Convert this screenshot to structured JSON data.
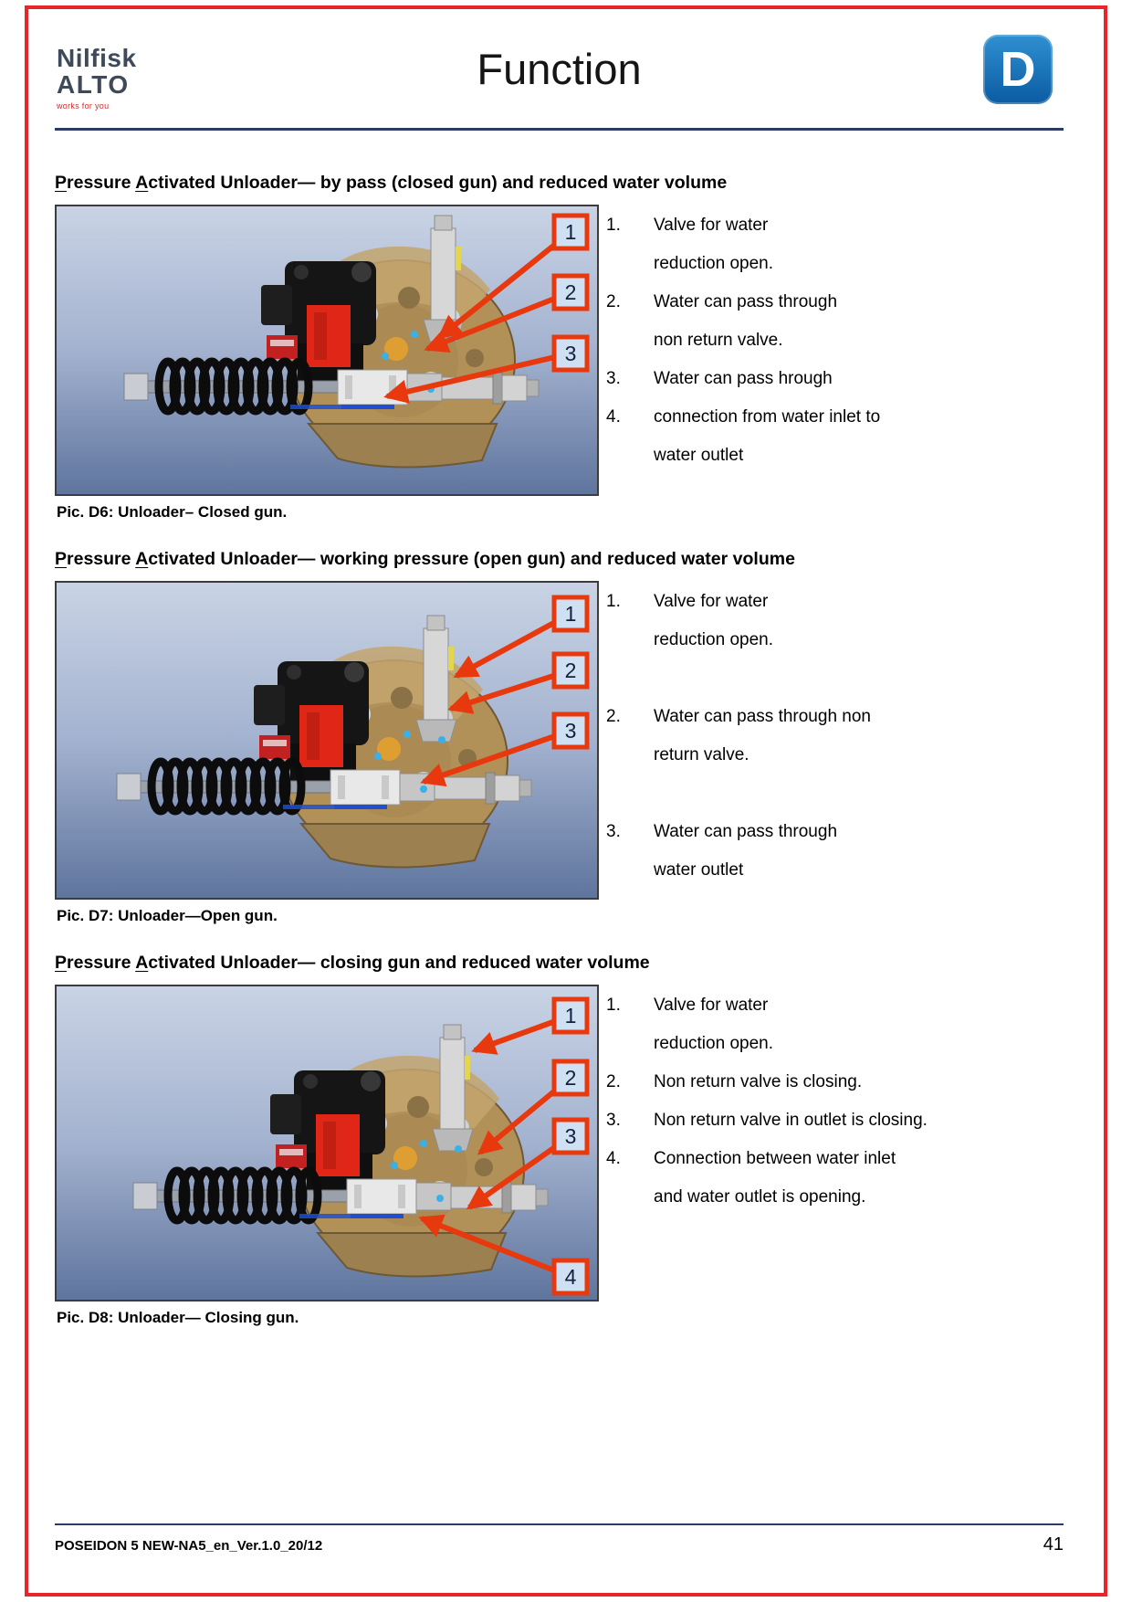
{
  "header": {
    "logo": {
      "name": "Nilfisk",
      "sub": "ALTO",
      "tagline": "works for you"
    },
    "title": "Function",
    "section_letter": "D"
  },
  "sections": [
    {
      "heading": {
        "u1": "P",
        "r1": "ressure ",
        "u2": "A",
        "r2": "ctivated Unloader— by pass (closed gun) and reduced water volume"
      },
      "callouts": [
        "1",
        "2",
        "3"
      ],
      "items": [
        {
          "num": "1.",
          "lines": [
            "Valve for water",
            "reduction open."
          ]
        },
        {
          "num": "2.",
          "lines": [
            "Water can pass through",
            "non return valve."
          ]
        },
        {
          "num": "3.",
          "lines": [
            "Water can pass hrough"
          ]
        },
        {
          "num": "4.",
          "lines": [
            "connection from water inlet to",
            "water outlet"
          ]
        }
      ],
      "caption": "Pic. D6: Unloader– Closed gun."
    },
    {
      "heading": {
        "u1": "P",
        "r1": "ressure ",
        "u2": "A",
        "r2": "ctivated Unloader— working pressure (open gun) and reduced water volume"
      },
      "callouts": [
        "1",
        "2",
        "3"
      ],
      "items": [
        {
          "num": "1.",
          "lines": [
            "Valve for water",
            "reduction open."
          ]
        },
        {
          "num": "2.",
          "lines": [
            "Water can pass through non",
            "return valve."
          ]
        },
        {
          "num": "3.",
          "lines": [
            "Water can pass through",
            "water outlet"
          ]
        }
      ],
      "caption": "Pic. D7: Unloader—Open gun."
    },
    {
      "heading": {
        "u1": "P",
        "r1": "ressure ",
        "u2": "A",
        "r2": "ctivated Unloader— closing gun and reduced water volume"
      },
      "callouts": [
        "1",
        "2",
        "3",
        "4"
      ],
      "items": [
        {
          "num": "1.",
          "lines": [
            "Valve for water",
            "reduction open."
          ]
        },
        {
          "num": "2.",
          "lines": [
            "Non return valve is closing."
          ]
        },
        {
          "num": "3.",
          "lines": [
            "Non return valve in outlet is closing."
          ]
        },
        {
          "num": "4.",
          "lines": [
            "Connection between water inlet",
            "and water outlet is opening."
          ]
        }
      ],
      "caption": "Pic. D8: Unloader— Closing gun."
    }
  ],
  "footer": {
    "doc_ref": "POSEIDON 5 NEW-NA5_en_Ver.1.0_20/12",
    "page_number": "41"
  },
  "colors": {
    "page_border_red": "#e8262a",
    "rule_navy": "#2c3a66",
    "badge_blue": "#1068b0",
    "callout_red": "#e8380d",
    "callout_fill": "#cfe0f2",
    "figure_bg_top": "#c9d3e5",
    "figure_bg_bottom": "#5f759e",
    "pump_tan": "#b29159"
  }
}
